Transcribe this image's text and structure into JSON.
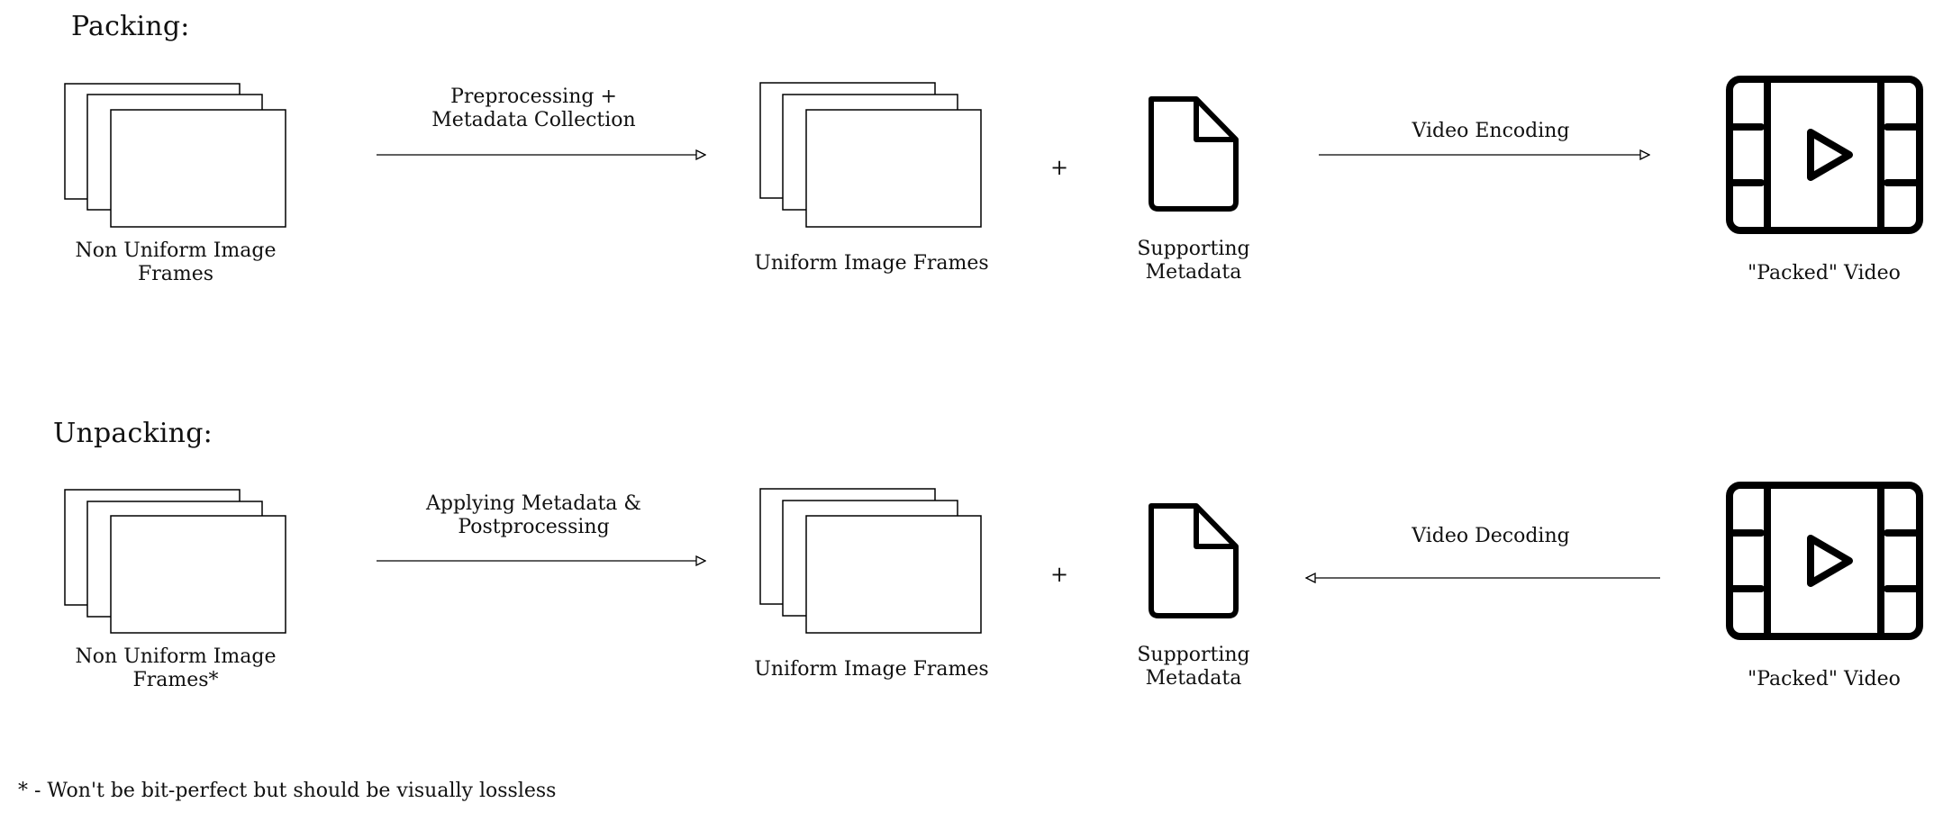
{
  "packing": {
    "title": "Packing:",
    "source_frames_label": "Non Uniform Image Frames",
    "arrow_1_label": "Preprocessing + Metadata Collection",
    "uniform_frames_label": "Uniform Image Frames",
    "plus": "+",
    "metadata_label": "Supporting Metadata",
    "arrow_2_label": "Video Encoding",
    "video_label": "\"Packed\" Video"
  },
  "unpacking": {
    "title": "Unpacking:",
    "source_frames_label": "Non Uniform Image Frames*",
    "arrow_1_label": "Applying Metadata & Postprocessing",
    "uniform_frames_label": "Uniform Image Frames",
    "plus": "+",
    "metadata_label": "Supporting Metadata",
    "arrow_2_label": "Video Decoding",
    "video_label": "\"Packed\" Video"
  },
  "footnote": "* - Won't be bit-perfect but should be visually lossless",
  "icons": {
    "frames": "image-frames-stack-icon",
    "metadata": "document-icon",
    "video": "film-strip-play-icon"
  },
  "colors": {
    "stroke": "#000000",
    "background": "#ffffff"
  }
}
